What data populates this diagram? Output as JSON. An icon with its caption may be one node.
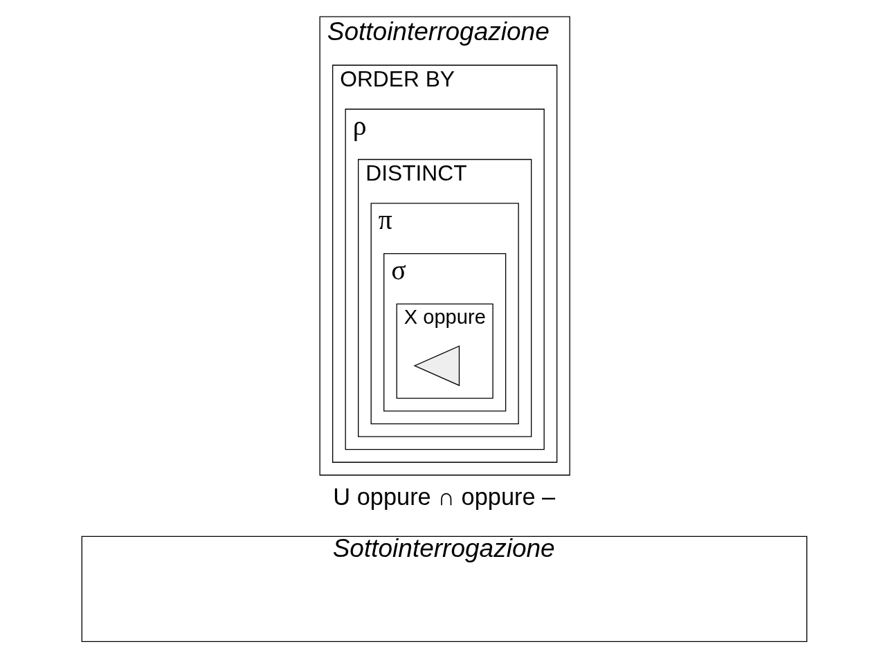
{
  "diagram": {
    "nodes": [
      {
        "text": [
          "Sottointerrogazione"
        ]
      },
      {
        "text": [
          "ORDER BY"
        ],
        "in": 0
      },
      {
        "text": [
          "ρ"
        ],
        "in": 1
      },
      {
        "text": [
          "DISTINCT"
        ],
        "in": 2
      },
      {
        "text": [
          "π"
        ],
        "in": 3
      },
      {
        "text": [
          "σ"
        ],
        "in": 4
      },
      {
        "text": [
          "X oppure"
        ],
        "in": 5
      },
      {
        "text": [],
        "shape": "bowtie",
        "in": 6
      },
      {
        "text": [
          "Sottointerrogazione"
        ]
      }
    ],
    "edges": [],
    "labels": [
      "U oppure ∩ oppure –"
    ]
  }
}
